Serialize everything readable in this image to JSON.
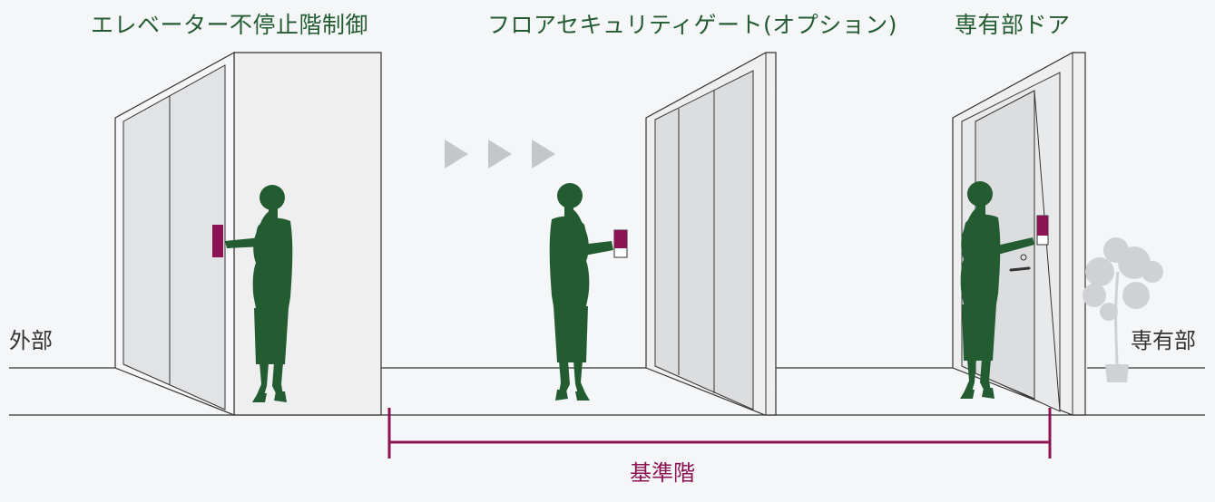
{
  "labels": {
    "elevator_control": "エレベーター不停止階制御",
    "floor_gate": "フロアセキュリティゲート(オプション)",
    "unit_door": "専有部ドア",
    "outside": "外部",
    "private_area": "専有部",
    "base_floor": "基準階"
  },
  "colors": {
    "silhouette": "#245c32",
    "accent": "#8c1455",
    "wall_outline": "#333333",
    "panel_fill": "#dcdddf",
    "panel_light": "#efeff0",
    "arrow": "#c4c6c9",
    "plant": "#cfd1d4",
    "background": "#f5f6f8"
  }
}
